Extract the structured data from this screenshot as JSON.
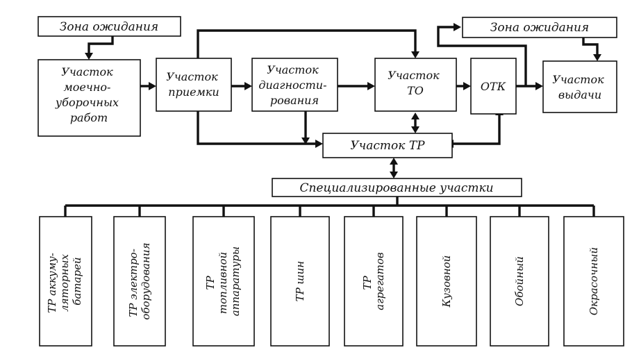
{
  "top_row": {
    "waiting_left": "Зона ожидания",
    "waiting_right": "Зона ожидания"
  },
  "main_row": {
    "washing": [
      "Участок",
      "моечно-",
      "уборочных",
      "работ"
    ],
    "reception": [
      "Участок",
      "приемки"
    ],
    "diagnostics": [
      "Участок",
      "диагности-",
      "рования"
    ],
    "maintenance": [
      "Участок",
      "ТО"
    ],
    "otk": "ОТК",
    "issue": [
      "Участок",
      "выдачи"
    ]
  },
  "repair": {
    "tr_section": "Участок ТР",
    "specialized": "Специализированные участки"
  },
  "bottom_row": [
    [
      "ТР аккуму-",
      "ляторных",
      "батарей"
    ],
    [
      "ТР электро-",
      "оборудования"
    ],
    [
      "ТР",
      "топливной",
      "аппаратуры"
    ],
    [
      "ТР шин"
    ],
    [
      "ТР",
      "агрегатов"
    ],
    [
      "Кузовной"
    ],
    [
      "Обойный"
    ],
    [
      "Окрасочный"
    ]
  ],
  "colors": {
    "line": "#111111",
    "background": "#ffffff"
  }
}
